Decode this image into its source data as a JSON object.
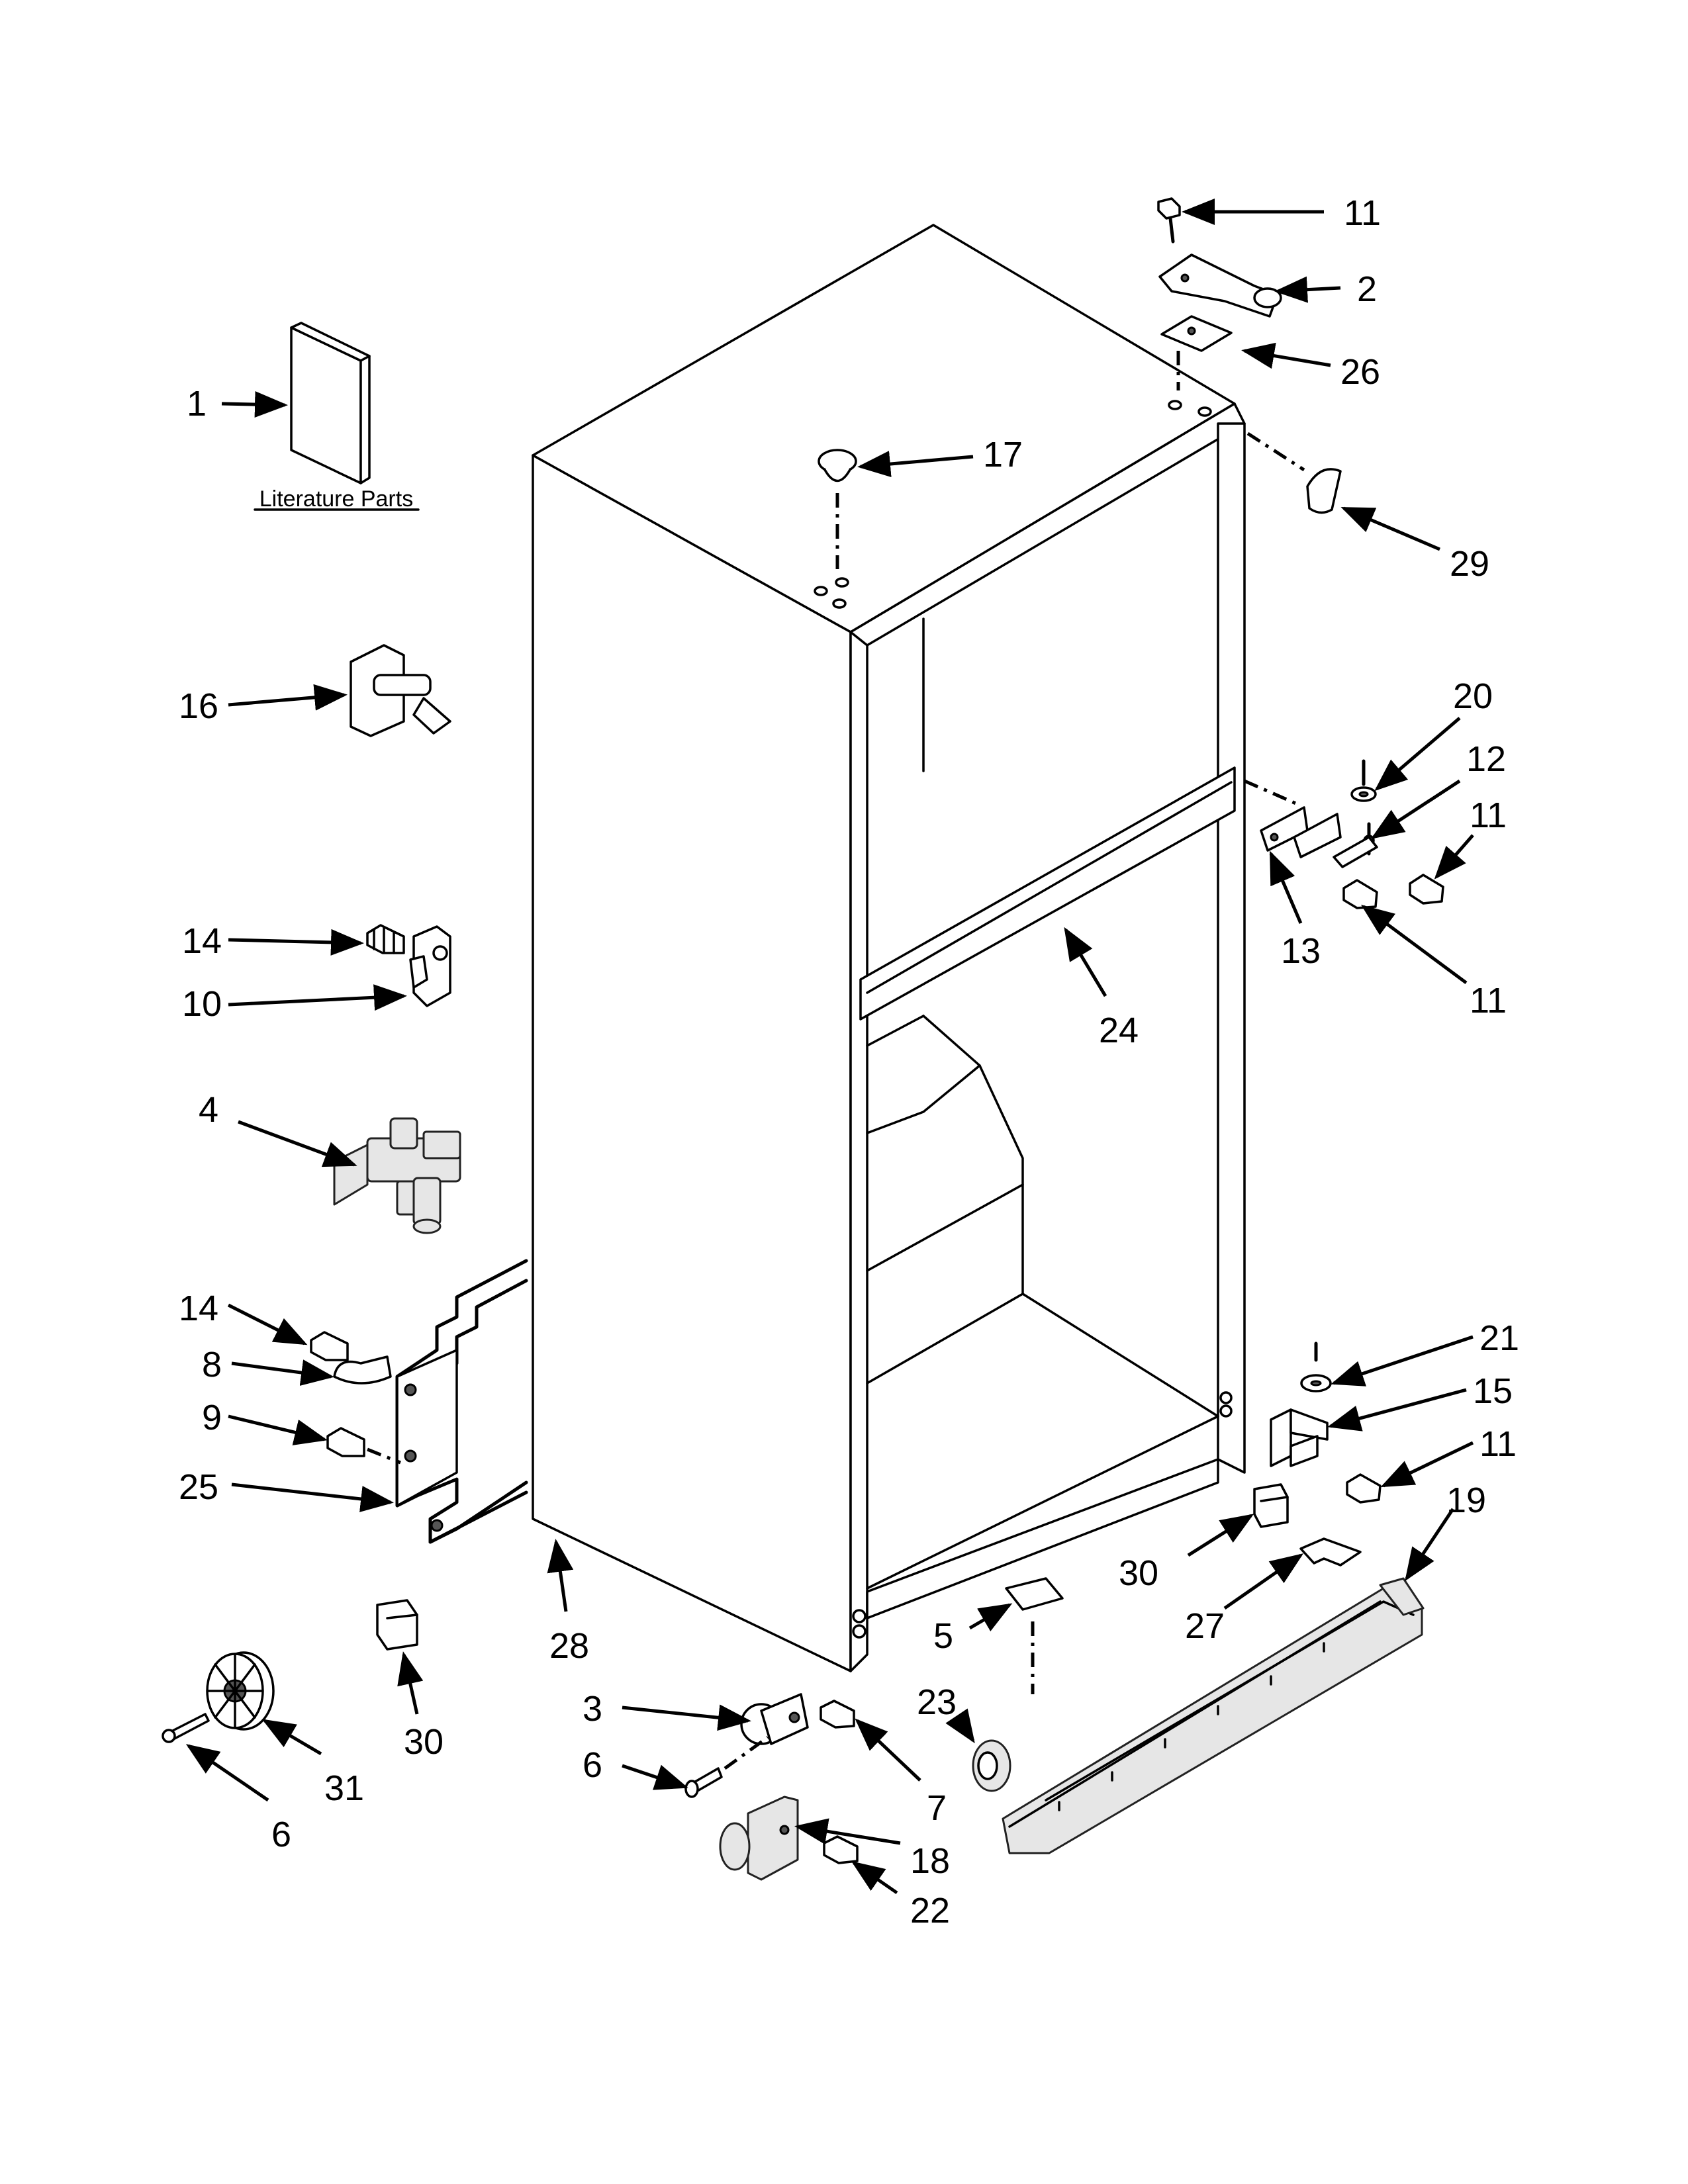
{
  "caption": "Literature Parts",
  "callouts": {
    "c1": "1",
    "c2": "2",
    "c3": "3",
    "c4": "4",
    "c5": "5",
    "c6a": "6",
    "c6b": "6",
    "c7": "7",
    "c8": "8",
    "c9": "9",
    "c10": "10",
    "c11a": "11",
    "c11b": "11",
    "c11c": "11",
    "c11d": "11",
    "c12": "12",
    "c13": "13",
    "c14a": "14",
    "c14b": "14",
    "c15": "15",
    "c16": "16",
    "c17": "17",
    "c18": "18",
    "c19": "19",
    "c20": "20",
    "c21": "21",
    "c22": "22",
    "c23": "23",
    "c24": "24",
    "c25": "25",
    "c26": "26",
    "c27": "27",
    "c28": "28",
    "c29": "29",
    "c30a": "30",
    "c30b": "30",
    "c31": "31"
  },
  "colors": {
    "line": "#000000",
    "background": "#ffffff",
    "part_shade": "#e6e6e6"
  }
}
